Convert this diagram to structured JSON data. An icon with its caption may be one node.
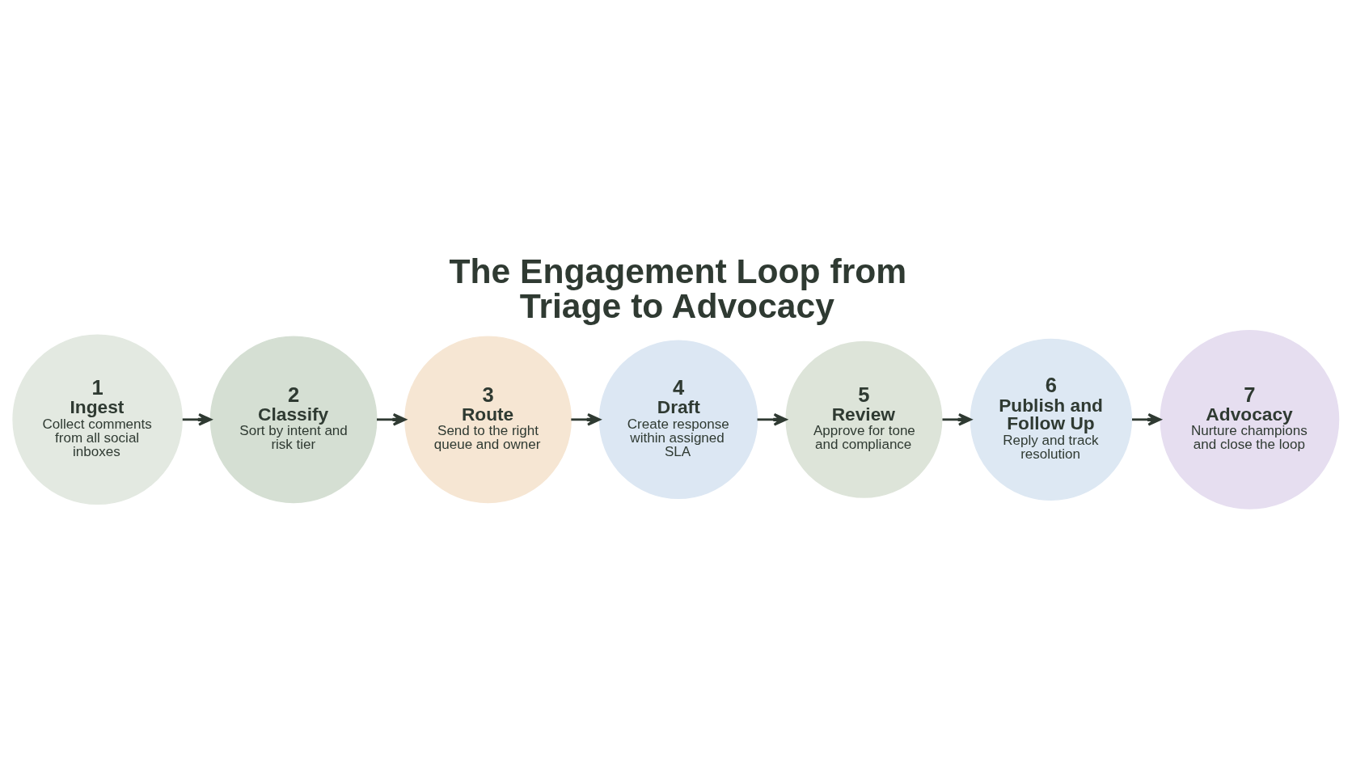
{
  "diagram": {
    "title": "The Engagement Loop from Triage to Advocacy",
    "nodes": [
      {
        "text": [
          "1",
          "Ingest",
          "Collect comments from all social inboxes"
        ]
      },
      {
        "text": [
          "2",
          "Classify",
          "Sort by intent and risk tier"
        ]
      },
      {
        "text": [
          "3",
          "Route",
          "Send to the right queue and owner"
        ]
      },
      {
        "text": [
          "4",
          "Draft",
          "Create response within assigned SLA"
        ]
      },
      {
        "text": [
          "5",
          "Review",
          "Approve for tone and compliance"
        ]
      },
      {
        "text": [
          "6",
          "Publish and Follow Up",
          "Reply and track resolution"
        ]
      },
      {
        "text": [
          "7",
          "Advocacy",
          "Nurture champions and close the loop"
        ]
      }
    ],
    "edges": [
      {
        "from": 0,
        "to": 1,
        "arrow": "to"
      },
      {
        "from": 1,
        "to": 2,
        "arrow": "to"
      },
      {
        "from": 2,
        "to": 3,
        "arrow": "to"
      },
      {
        "from": 3,
        "to": 4,
        "arrow": "to"
      },
      {
        "from": 4,
        "to": 5,
        "arrow": "to"
      },
      {
        "from": 5,
        "to": 6,
        "arrow": "to"
      }
    ]
  }
}
